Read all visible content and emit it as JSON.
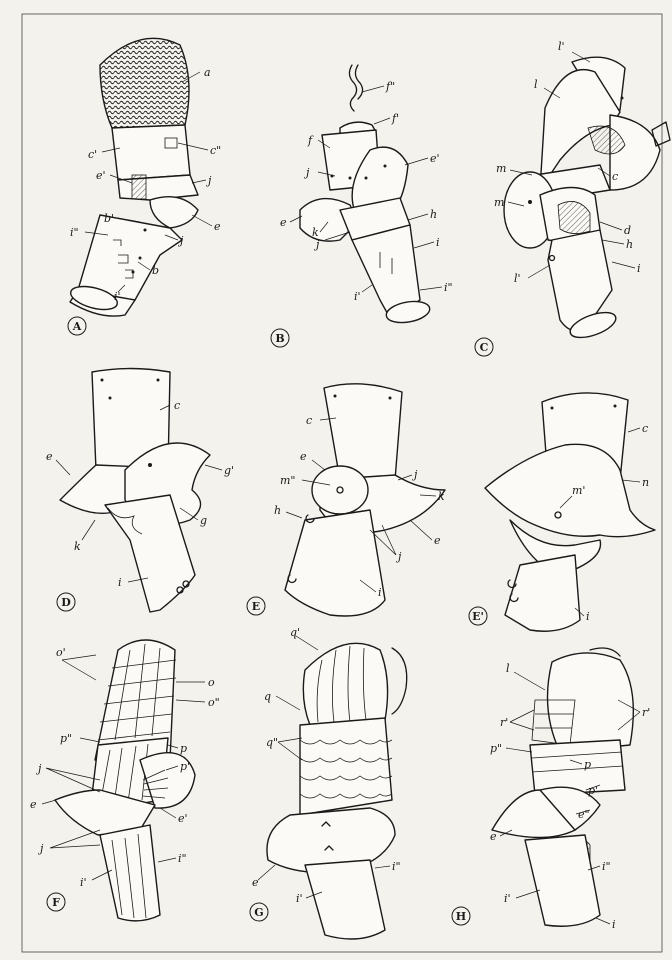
{
  "figures": [
    {
      "id": "A",
      "caption": "A",
      "labels": [
        "a",
        "c'",
        "c\"",
        "e'",
        "j",
        "b'",
        "e",
        "i\"",
        "j",
        "b",
        "i'"
      ]
    },
    {
      "id": "B",
      "caption": "B",
      "labels": [
        "f\"",
        "f'",
        "f",
        "e'",
        "j",
        "e",
        "k",
        "j",
        "h",
        "i",
        "i'",
        "i\""
      ]
    },
    {
      "id": "C",
      "caption": "C",
      "labels": [
        "l'",
        "l",
        "m",
        "m",
        "c",
        "d",
        "h",
        "i",
        "l'"
      ]
    },
    {
      "id": "D",
      "caption": "D",
      "labels": [
        "c",
        "e",
        "g'",
        "k",
        "g",
        "i"
      ]
    },
    {
      "id": "E",
      "caption": "E",
      "labels": [
        "c",
        "e",
        "j",
        "m\"",
        "k",
        "h",
        "j",
        "e",
        "i"
      ]
    },
    {
      "id": "E2",
      "caption": "E'",
      "labels": [
        "c",
        "n",
        "m'",
        "i"
      ]
    },
    {
      "id": "F",
      "caption": "F",
      "labels": [
        "o'",
        "o",
        "o\"",
        "p\"",
        "p",
        "p'",
        "j",
        "e",
        "e'",
        "j",
        "i\"",
        "i'"
      ]
    },
    {
      "id": "G",
      "caption": "G",
      "labels": [
        "q'",
        "q",
        "q\"",
        "e",
        "i\"",
        "i'"
      ]
    },
    {
      "id": "H",
      "caption": "H",
      "labels": [
        "l",
        "r'",
        "r'",
        "p\"",
        "p",
        "p'",
        "e\"",
        "e",
        "i\"",
        "i'",
        "i"
      ]
    }
  ]
}
